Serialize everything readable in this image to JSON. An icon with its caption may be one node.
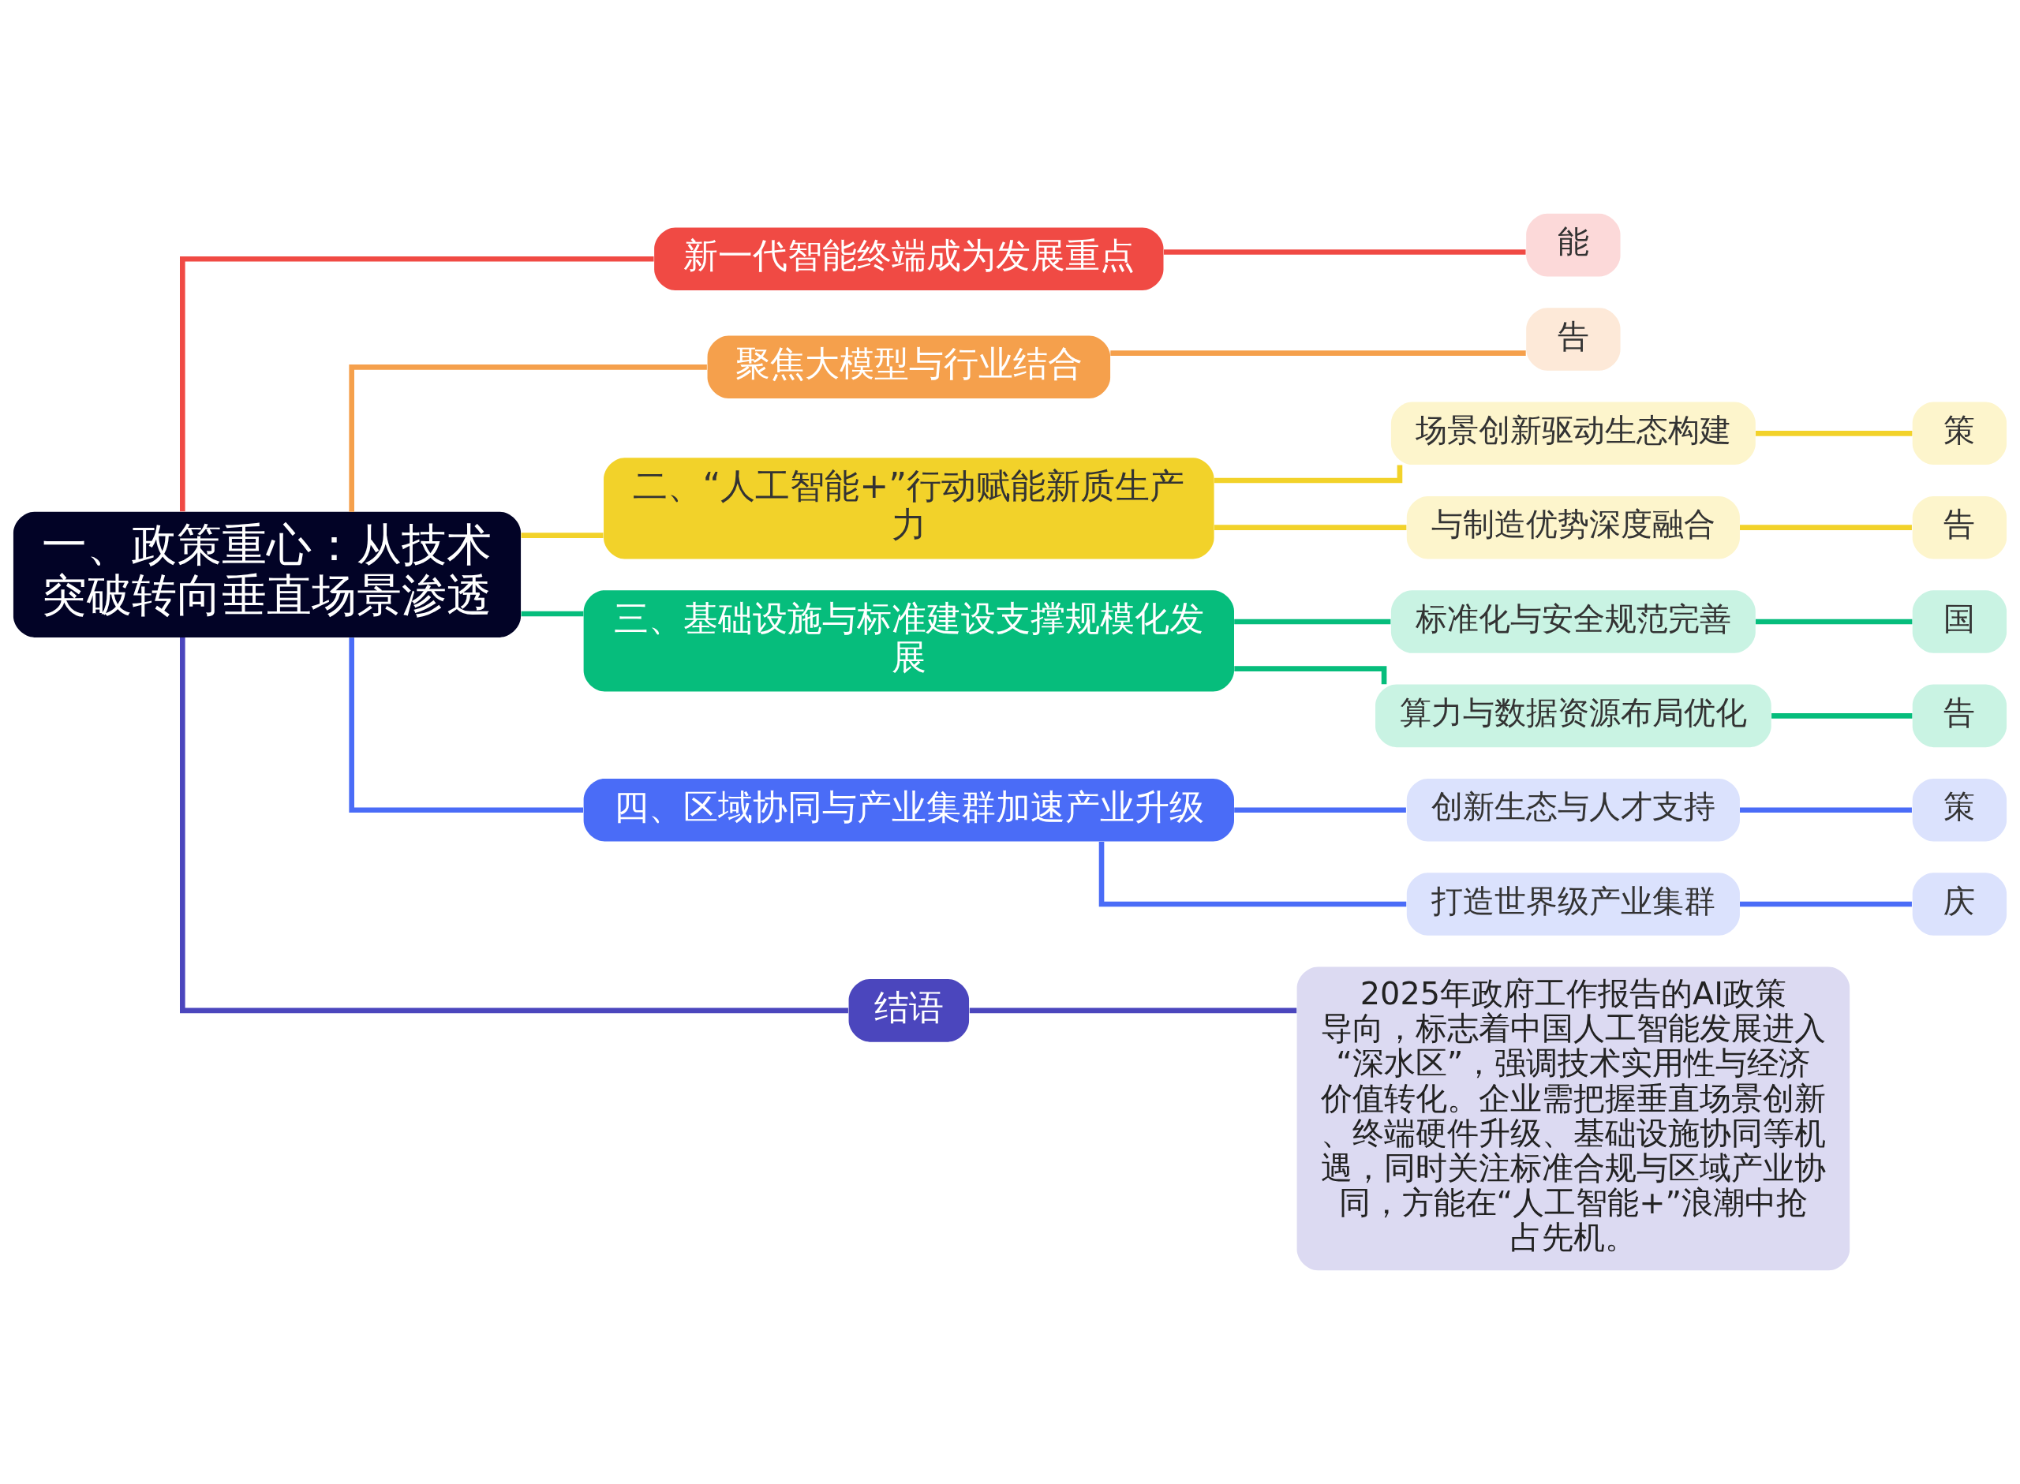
{
  "diagram": {
    "nodes": [
      {
        "text": [
          "一、政策重心：从技术突破转向垂直场景渗透"
        ]
      },
      {
        "text": [
          "新一代智能终端成为发展重点"
        ]
      },
      {
        "text": [
          "能"
        ]
      },
      {
        "text": [
          "聚焦大模型与行业结合"
        ]
      },
      {
        "text": [
          "告"
        ]
      },
      {
        "text": [
          "二、“人工智能+”行动赋能新质生产力"
        ]
      },
      {
        "text": [
          "场景创新驱动生态构建"
        ]
      },
      {
        "text": [
          "策"
        ]
      },
      {
        "text": [
          "与制造优势深度融合"
        ]
      },
      {
        "text": [
          "告"
        ]
      },
      {
        "text": [
          "三、基础设施与标准建设支撑规模化发展"
        ]
      },
      {
        "text": [
          "标准化与安全规范完善"
        ]
      },
      {
        "text": [
          "国"
        ]
      },
      {
        "text": [
          "算力与数据资源布局优化"
        ]
      },
      {
        "text": [
          "告"
        ]
      },
      {
        "text": [
          "四、区域协同与产业集群加速产业升级"
        ]
      },
      {
        "text": [
          "创新生态与人才支持"
        ]
      },
      {
        "text": [
          "策"
        ]
      },
      {
        "text": [
          "打造世界级产业集群"
        ]
      },
      {
        "text": [
          "庆"
        ]
      },
      {
        "text": [
          "结语"
        ]
      },
      {
        "text": [
          "2025年政府工作报告的AI政策导向，标志着中国人工智能发展进入“深水区”，强调技术实用性与经济价值转化。企业需把握垂直场景创新、终端硬件升级、基础设施协同等机遇，同时关注标准合规与区域产业协同，方能在“人工智能+”浪潮中抢占先机。"
        ]
      }
    ],
    "edges": [
      {
        "from": 0,
        "to": 1,
        "arrow": "none",
        "color": "#f04a44"
      },
      {
        "from": 1,
        "to": 2,
        "arrow": "none",
        "color": "#f04a44"
      },
      {
        "from": 0,
        "to": 3,
        "arrow": "none",
        "color": "#f5a04c"
      },
      {
        "from": 3,
        "to": 4,
        "arrow": "none",
        "color": "#f5a04c"
      },
      {
        "from": 0,
        "to": 5,
        "arrow": "none",
        "color": "#f2d22a"
      },
      {
        "from": 5,
        "to": 6,
        "arrow": "none",
        "color": "#f2d22a"
      },
      {
        "from": 6,
        "to": 7,
        "arrow": "none",
        "color": "#f2d22a"
      },
      {
        "from": 5,
        "to": 8,
        "arrow": "none",
        "color": "#f2d22a"
      },
      {
        "from": 8,
        "to": 9,
        "arrow": "none",
        "color": "#f2d22a"
      },
      {
        "from": 0,
        "to": 10,
        "arrow": "none",
        "color": "#06bd7c"
      },
      {
        "from": 10,
        "to": 11,
        "arrow": "none",
        "color": "#06bd7c"
      },
      {
        "from": 11,
        "to": 12,
        "arrow": "none",
        "color": "#06bd7c"
      },
      {
        "from": 10,
        "to": 13,
        "arrow": "none",
        "color": "#06bd7c"
      },
      {
        "from": 13,
        "to": 14,
        "arrow": "none",
        "color": "#06bd7c"
      },
      {
        "from": 0,
        "to": 15,
        "arrow": "none",
        "color": "#4a6cf7"
      },
      {
        "from": 15,
        "to": 16,
        "arrow": "none",
        "color": "#4a6cf7"
      },
      {
        "from": 16,
        "to": 17,
        "arrow": "none",
        "color": "#4a6cf7"
      },
      {
        "from": 15,
        "to": 18,
        "arrow": "none",
        "color": "#4a6cf7"
      },
      {
        "from": 18,
        "to": 19,
        "arrow": "none",
        "color": "#4a6cf7"
      },
      {
        "from": 0,
        "to": 20,
        "arrow": "none",
        "color": "#4b46bd"
      },
      {
        "from": 20,
        "to": 21,
        "arrow": "none",
        "color": "#4b46bd"
      }
    ]
  }
}
